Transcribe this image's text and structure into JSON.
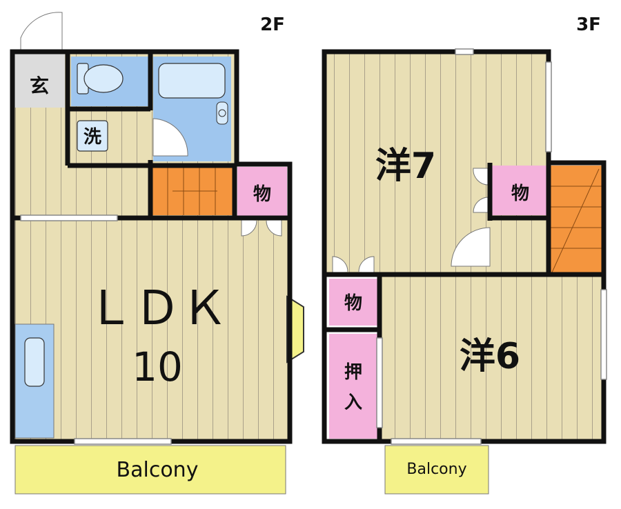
{
  "floors": {
    "second": {
      "label": "2F",
      "rooms": {
        "entrance": "玄",
        "washroom": "洗",
        "storage": "物",
        "living_name": "ＬＤＫ",
        "living_size": "10",
        "balcony": "Balcony"
      }
    },
    "third": {
      "label": "3F",
      "rooms": {
        "western_a": "洋7",
        "storage_a": "物",
        "storage_b": "物",
        "closet_top": "押",
        "closet_bottom": "入",
        "western_b": "洋6",
        "balcony": "Balcony"
      }
    }
  },
  "colors": {
    "floor_wood": "#e9dfb5",
    "floor_line": "#a9a08a",
    "wall": "#111111",
    "bath_blue": "#9fc6ee",
    "storage_pink": "#f4b2dc",
    "stair_orange": "#f4953e",
    "balcony_yellow": "#f4f28a",
    "entrance_gray": "#dcdcdc",
    "kitchen_blue": "#a9cdf0"
  }
}
